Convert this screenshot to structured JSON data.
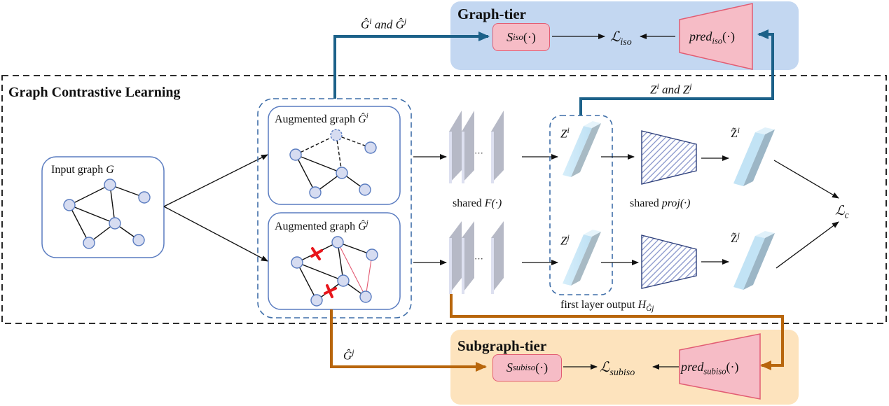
{
  "colors": {
    "graph_tier_bg": "#c3d7f1",
    "subgraph_tier_bg": "#fde3bd",
    "func_box_fill": "#f6bcc6",
    "func_box_stroke": "#e25d73",
    "teal_arrow": "#1c6189",
    "brown_arrow": "#b8660c",
    "graph_box_stroke": "#5a7cc0",
    "node_fill": "#d6dcf1",
    "node_stroke": "#5a7cc0",
    "encoder_layer": "#b6b9c6",
    "embedding_fill": "#c2e3f5",
    "projector_hatch": "#8492c9",
    "dropped_edge_mark": "#e8161c",
    "added_edge": "#e35a72"
  },
  "graph_contrastive_learning": {
    "title": "Graph Contrastive Learning",
    "input_graph": {
      "label": "Input graph ",
      "symbol": "G"
    },
    "augmented_i": {
      "label": "Augmented graph ",
      "symbol": "Ĝ",
      "sup": "i"
    },
    "augmented_j": {
      "label": "Augmented graph ",
      "symbol": "Ĝ",
      "sup": "j"
    },
    "encoder": {
      "label": "shared ",
      "symbol": "F(·)",
      "ellipsis": "···"
    },
    "embedding_i": {
      "symbol": "Z",
      "sup": "i"
    },
    "embedding_j": {
      "symbol": "Z",
      "sup": "j"
    },
    "projector": {
      "label": "shared ",
      "symbol": "proj(·)"
    },
    "proj_embedding_i": {
      "symbol": "Z̃",
      "sup": "i"
    },
    "proj_embedding_j": {
      "symbol": "Z̃",
      "sup": "j"
    },
    "contrastive_loss": {
      "symbol": "ℒ",
      "sub": "c"
    },
    "first_layer_output": {
      "label": "first layer output ",
      "symbol": "H",
      "sub": "Ĝj"
    }
  },
  "graph_tier": {
    "title": "Graph-tier",
    "input_label": {
      "text": "Ĝ",
      "sup1": "i",
      "mid": " and ",
      "text2": "Ĝ",
      "sup2": "j"
    },
    "embed_label": {
      "text": "Z",
      "sup1": "i",
      "mid": " and ",
      "text2": "Z",
      "sup2": "j"
    },
    "scorer": {
      "symbol": "S",
      "sub": "iso",
      "suffix": "(·)"
    },
    "loss": {
      "symbol": "ℒ",
      "sub": "iso"
    },
    "predictor": {
      "symbol": "pred",
      "sub": "iso",
      "suffix": "(·)"
    }
  },
  "subgraph_tier": {
    "title": "Subgraph-tier",
    "input_label": {
      "text": "Ĝ",
      "sup": "j"
    },
    "scorer": {
      "symbol": "S",
      "sub": "subiso",
      "suffix": "(·)"
    },
    "loss": {
      "symbol": "ℒ",
      "sub": "subiso"
    },
    "predictor": {
      "symbol": "pred",
      "sub": "subiso",
      "suffix": "(·)"
    }
  }
}
